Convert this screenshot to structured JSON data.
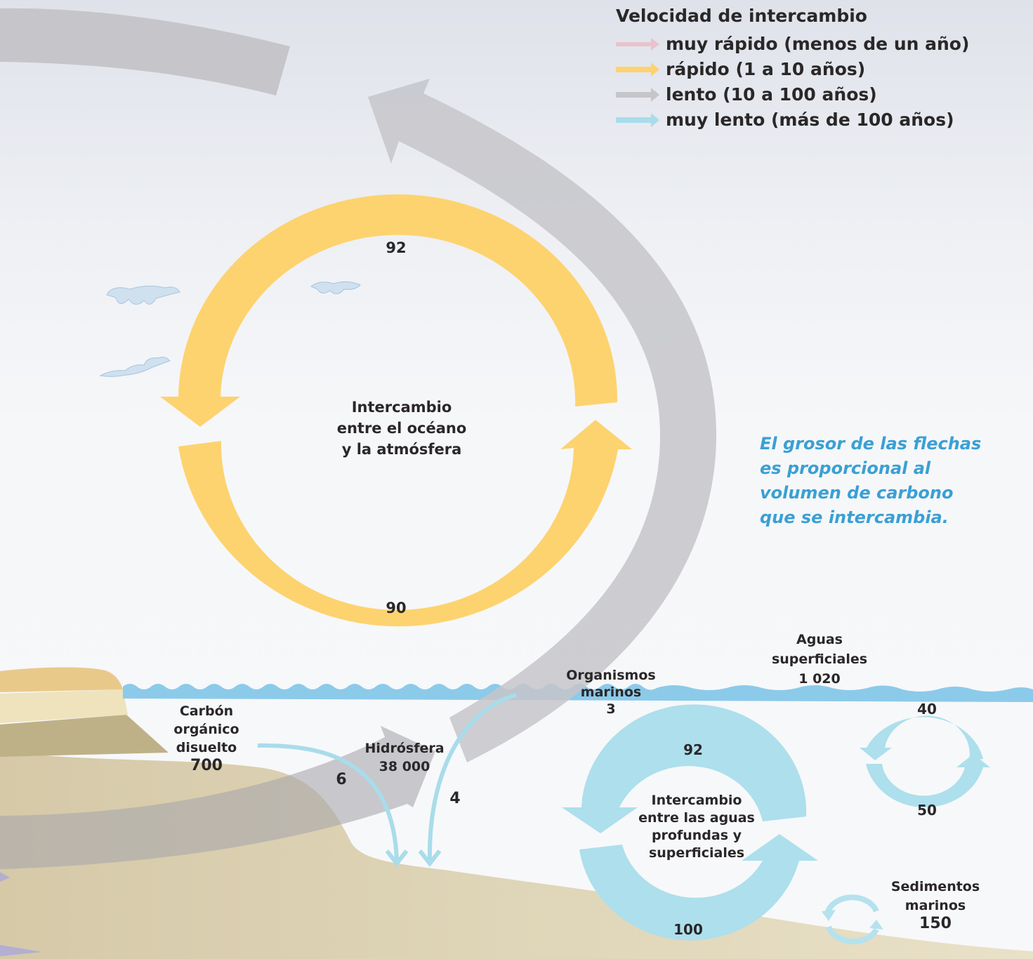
{
  "legend": {
    "title": "Velocidad de intercambio",
    "items": [
      {
        "label": "muy rápido (menos de un año)",
        "color": "#e9c3cc"
      },
      {
        "label": "rápido (1 a 10 años)",
        "color": "#fdd36f"
      },
      {
        "label": "lento (10 a 100 años)",
        "color": "#c6c5ca"
      },
      {
        "label": "muy lento (más de 100 años)",
        "color": "#a9dcea"
      }
    ]
  },
  "note": "El grosor de las flechas\nes proporcional al\nvolumen de carbono\nque se intercambia.",
  "ocean_atmosphere": {
    "label": "Intercambio\nentre el océano\ny la atmósfera",
    "top_value": "92",
    "bottom_value": "90"
  },
  "deep_surface": {
    "label": "Intercambio\nentre las aguas\nprofundas y\nsuperficiales",
    "top_value": "92",
    "bottom_value": "100"
  },
  "surface_waters": {
    "label": "Aguas\nsuperficiales\n1 020",
    "top_value": "40",
    "bottom_value": "50"
  },
  "marine_organisms": "Organismos\nmarinos\n3",
  "dissolved_carbon": {
    "label": "Carbón\norgánico\ndisuelto",
    "value": "700"
  },
  "hydrosphere": "Hidrósfera\n38 000",
  "flow_6": "6",
  "flow_4": "4",
  "sediments": {
    "label": "Sedimentos\nmarinos",
    "value": "150"
  },
  "colors": {
    "fast": "#fdd36f",
    "slow": "#c6c5ca",
    "very_slow": "#a9dcea",
    "water": "#8ccaea",
    "note": "#3aa0d4"
  }
}
